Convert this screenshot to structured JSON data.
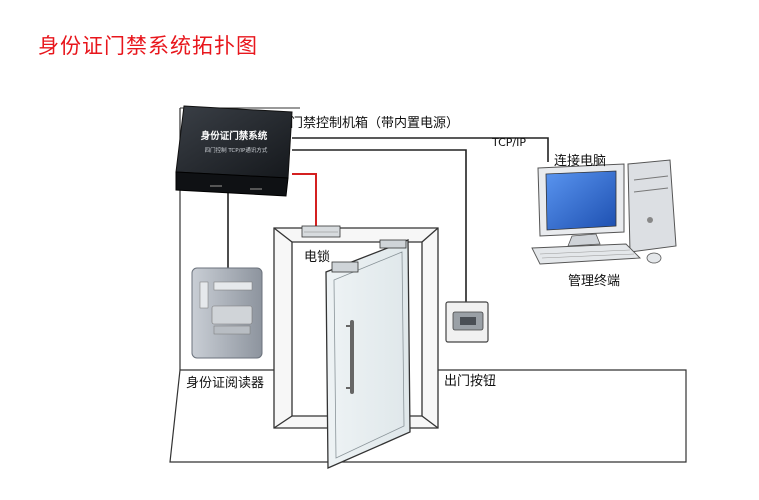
{
  "title": "身份证门禁系统拓扑图",
  "labels": {
    "controller_box": "门禁控制机箱（带内置电源）",
    "tcpip": "TCP/IP",
    "connect_pc": "连接电脑",
    "terminal": "管理终端",
    "electric_lock": "电锁",
    "reader": "身份证阅读器",
    "exit_button": "出门按钮"
  },
  "controller_face": {
    "line1": "身份证门禁系统",
    "line2": "四门控制  TCP/IP通讯方式"
  },
  "colors": {
    "title": "#e8161c",
    "lock_wire": "#d42020",
    "wire": "#222222",
    "box_dark": "#1f2328",
    "reader_body": "#9aa1ab",
    "monitor_screen": "#2f6fd6"
  }
}
